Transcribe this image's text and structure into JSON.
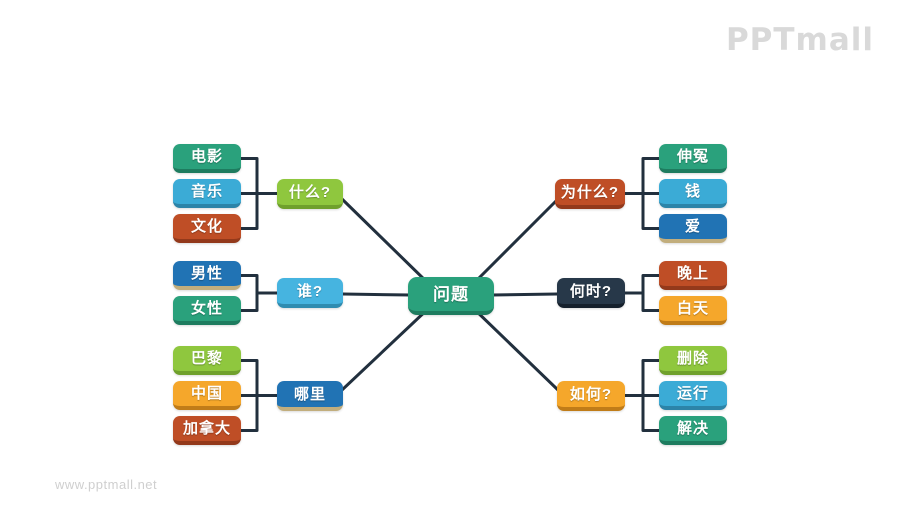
{
  "page": {
    "logo": "PPTmall",
    "watermark": "www.pptmall.net"
  },
  "palette": {
    "teal": {
      "fill": "#2AA17C",
      "edge": "#1E7C5F"
    },
    "cyan": {
      "fill": "#3BABD6",
      "edge": "#2C84A8"
    },
    "skyblue": {
      "fill": "#46B4E0",
      "edge": "#2F8CB0"
    },
    "brick": {
      "fill": "#BF4E26",
      "edge": "#93391B"
    },
    "blue": {
      "fill": "#2173B4",
      "edge": "#C2AE7D"
    },
    "lightgreen": {
      "fill": "#8FC73E",
      "edge": "#6FA02C"
    },
    "orange": {
      "fill": "#F5A72B",
      "edge": "#C07C18"
    },
    "navy": {
      "fill": "#273849",
      "edge": "#15202C"
    },
    "line": {
      "stroke": "#22303E"
    }
  },
  "mindmap": {
    "center": {
      "label": "问题",
      "color": "teal"
    },
    "branches": [
      {
        "id": "what",
        "label": "什么?",
        "color": "lightgreen",
        "side": "left",
        "leaves": [
          {
            "label": "电影",
            "color": "teal"
          },
          {
            "label": "音乐",
            "color": "cyan"
          },
          {
            "label": "文化",
            "color": "brick"
          }
        ]
      },
      {
        "id": "who",
        "label": "谁?",
        "color": "skyblue",
        "side": "left",
        "leaves": [
          {
            "label": "男性",
            "color": "blue"
          },
          {
            "label": "女性",
            "color": "teal"
          }
        ]
      },
      {
        "id": "where",
        "label": "哪里",
        "color": "blue",
        "side": "left",
        "leaves": [
          {
            "label": "巴黎",
            "color": "lightgreen"
          },
          {
            "label": "中国",
            "color": "orange"
          },
          {
            "label": "加拿大",
            "color": "brick"
          }
        ]
      },
      {
        "id": "why",
        "label": "为什么?",
        "color": "brick",
        "side": "right",
        "leaves": [
          {
            "label": "伸冤",
            "color": "teal"
          },
          {
            "label": "钱",
            "color": "cyan"
          },
          {
            "label": "爱",
            "color": "blue"
          }
        ]
      },
      {
        "id": "when",
        "label": "何时?",
        "color": "navy",
        "side": "right",
        "leaves": [
          {
            "label": "晚上",
            "color": "brick"
          },
          {
            "label": "白天",
            "color": "orange"
          }
        ]
      },
      {
        "id": "how",
        "label": "如何?",
        "color": "orange",
        "side": "right",
        "leaves": [
          {
            "label": "删除",
            "color": "lightgreen"
          },
          {
            "label": "运行",
            "color": "cyan"
          },
          {
            "label": "解决",
            "color": "teal"
          }
        ]
      }
    ]
  }
}
